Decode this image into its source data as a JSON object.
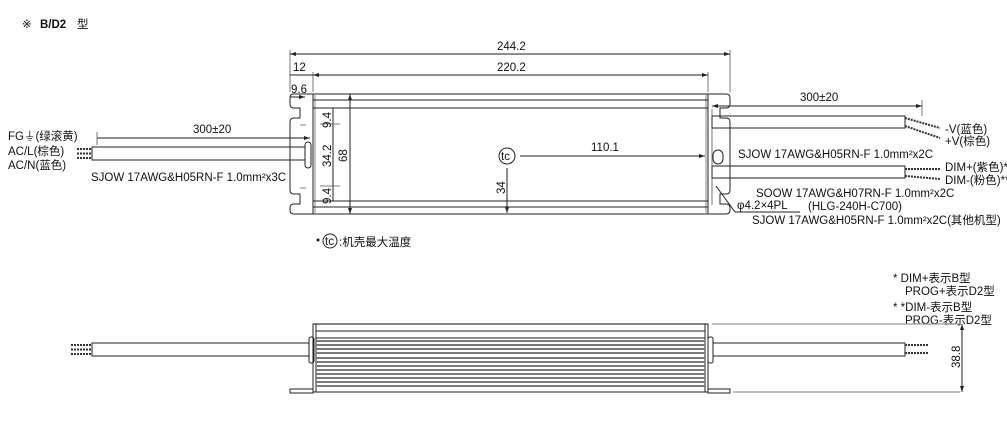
{
  "title": {
    "symbol": "※",
    "model": "B/D2",
    "suffix": "型"
  },
  "dimensions": {
    "overall_length": "244.2",
    "body_length": "220.2",
    "bracket_offset": "12",
    "hole_offset": "9.6",
    "hole_spacing_top": "9.4",
    "hole_spacing_mid": "34.2",
    "hole_spacing_bottom": "9.4",
    "width": "68",
    "tc_x": "110.1",
    "tc_y": "34",
    "height": "38.8"
  },
  "input_cable": {
    "length": "300±20",
    "wires": [
      "FG⏚(绿滚黄)",
      "AC/L(棕色)",
      "AC/N(蓝色)"
    ],
    "spec": "SJOW 17AWG&H05RN-F 1.0mm²x3C"
  },
  "output_cable": {
    "length": "300±20",
    "wires": [
      "-V(蓝色)",
      "+V(棕色)"
    ],
    "spec": "SJOW 17AWG&H05RN-F 1.0mm²x2C"
  },
  "dim_cable": {
    "wires": [
      "DIM+(紫色)*",
      "DIM-(粉色)**"
    ],
    "spec_c700": "SOOW 17AWG&H07RN-F 1.0mm²x2C",
    "model_c700": "(HLG-240H-C700)",
    "spec_other": "SJOW  17AWG&H05RN-F 1.0mm²x2C(其他机型)"
  },
  "mounting_holes": "φ4.2×4PL",
  "tc_note": {
    "symbol": "tc",
    "text": ":机壳最大温度"
  },
  "notes": [
    "* DIM+表示B型",
    "PROG+表示D2型",
    "* *DIM-表示B型",
    "PROG-表示D2型"
  ]
}
